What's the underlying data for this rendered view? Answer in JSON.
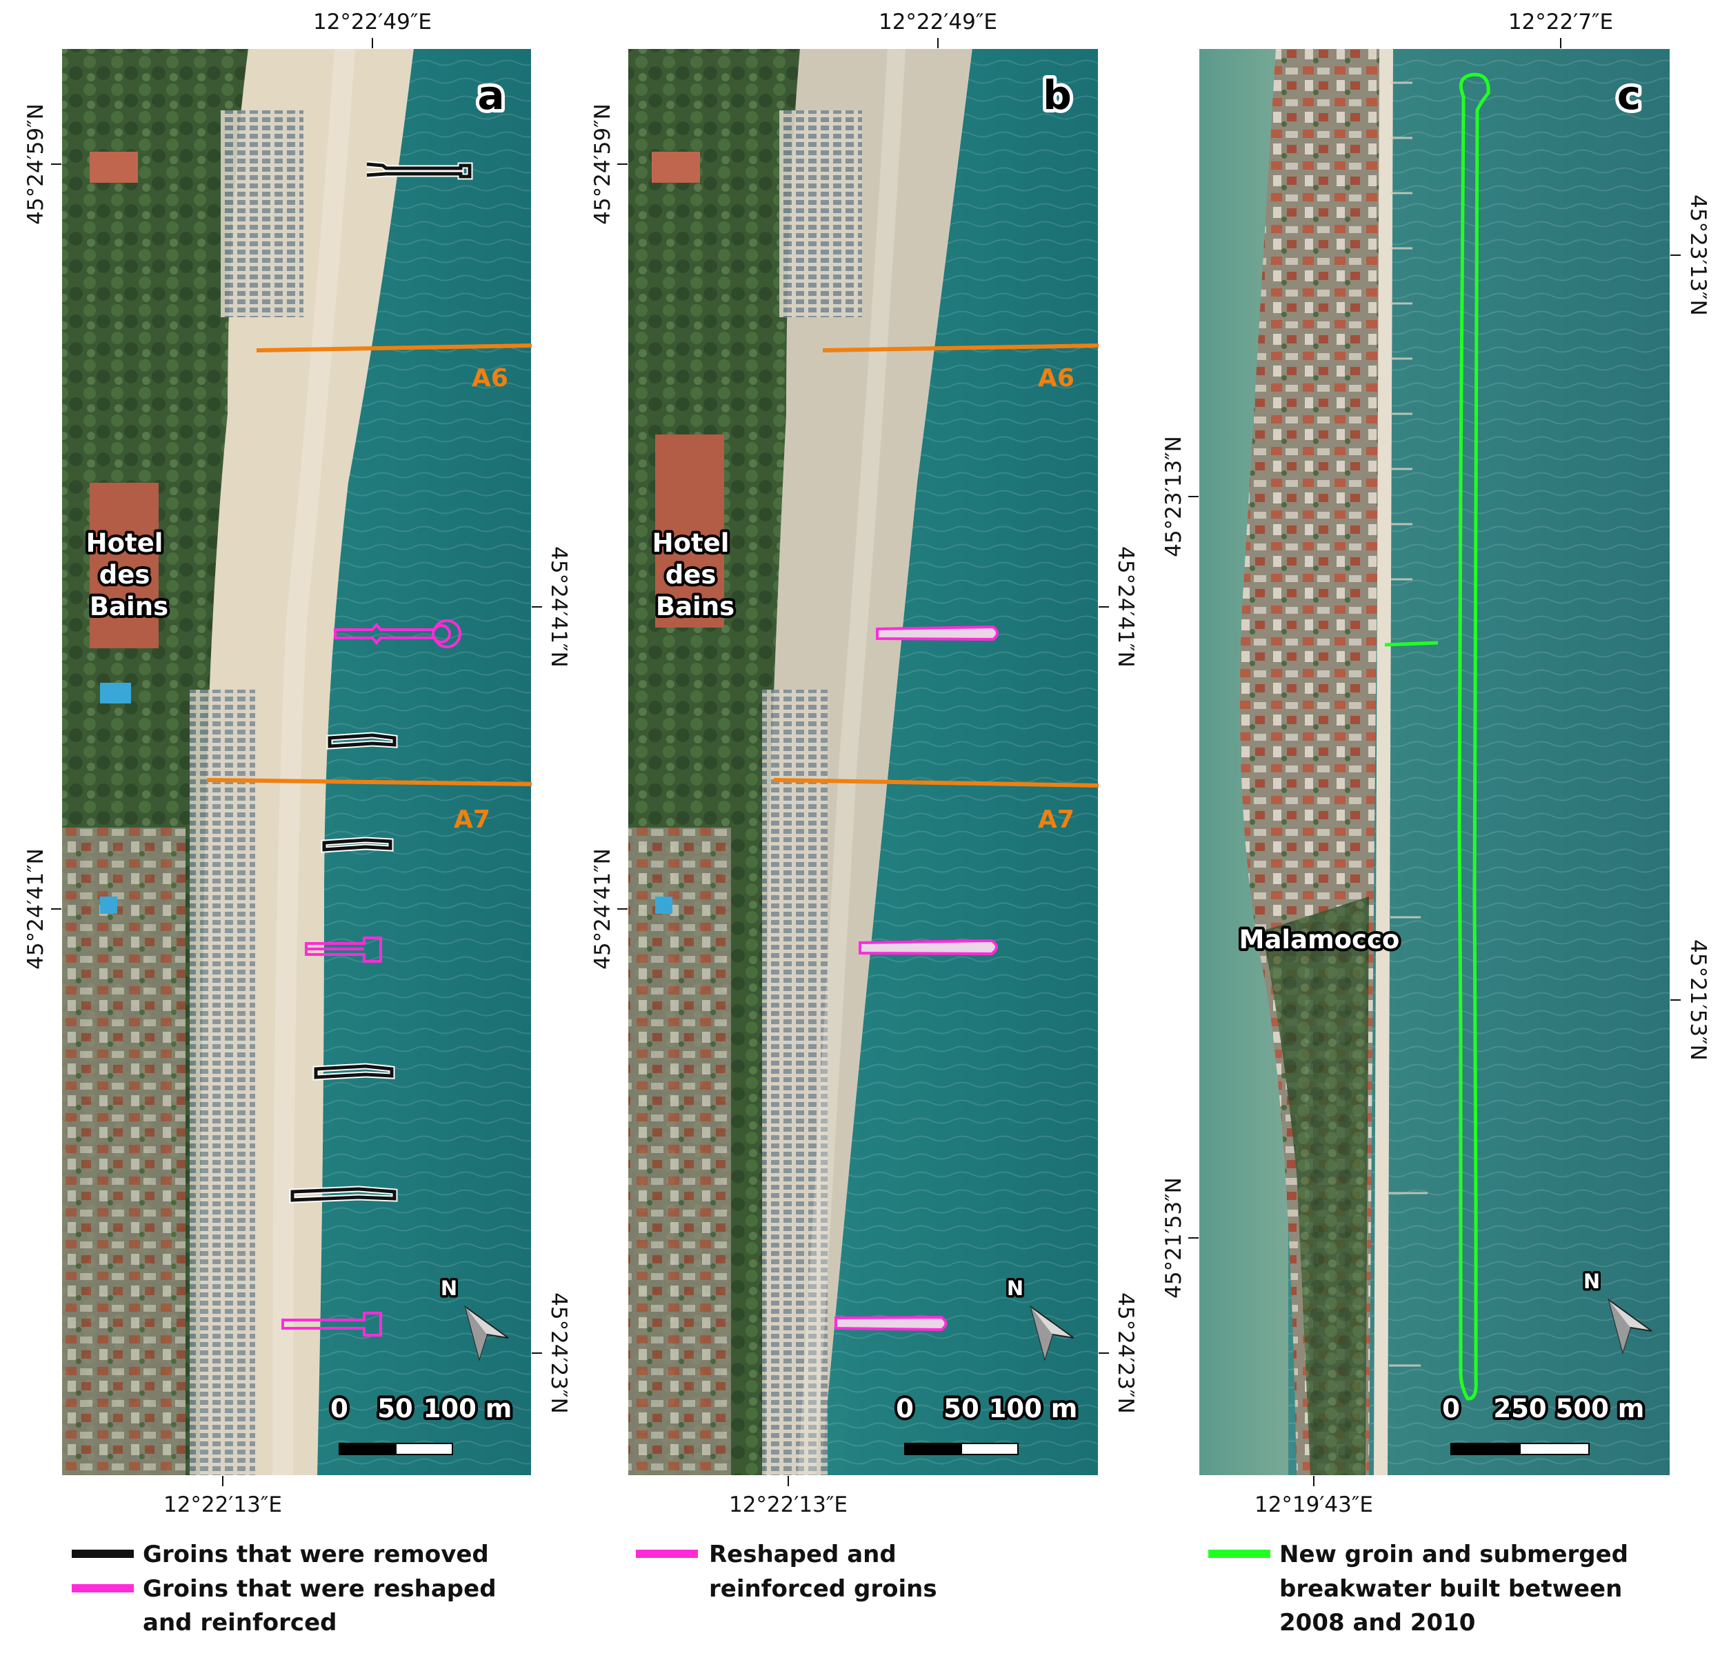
{
  "colors": {
    "removed": "#111111",
    "reshaped": "#ff2bd8",
    "new_structure": "#22ff22",
    "profile_line": "#f08010",
    "sea": "#1f7b7b",
    "beach": "#e6dcc8",
    "land": "#3c5c34"
  },
  "panels": [
    {
      "id": "a",
      "letter": "a",
      "top_coord": "12°22′49″E",
      "bottom_coord": "12°22′13″E",
      "left_coords": [
        "45°24′59″N",
        "45°24′41″N"
      ],
      "right_coords": [
        "45°24′41″N",
        "45°24′23″N"
      ],
      "place": [
        "Hotel",
        "des",
        "Bains"
      ],
      "profiles": [
        "A6",
        "A7"
      ],
      "north": "N",
      "scale": {
        "zero": "0",
        "mid": "50",
        "end": "100 m"
      }
    },
    {
      "id": "b",
      "letter": "b",
      "top_coord": "12°22′49″E",
      "bottom_coord": "12°22′13″E",
      "left_coords": [
        "45°24′59″N",
        "45°24′41″N"
      ],
      "right_coords": [
        "45°24′41″N",
        "45°24′23″N"
      ],
      "place": [
        "Hotel",
        "des",
        "Bains"
      ],
      "profiles": [
        "A6",
        "A7"
      ],
      "north": "N",
      "scale": {
        "zero": "0",
        "mid": "50",
        "end": "100 m"
      }
    },
    {
      "id": "c",
      "letter": "c",
      "top_coord": "12°22′7″E",
      "bottom_coord": "12°19′43″E",
      "left_coords": [
        "45°23′13″N",
        "45°21′53″N"
      ],
      "right_coords": [
        "45°23′13″N",
        "45°21′53″N"
      ],
      "place": [
        "Malamocco"
      ],
      "north": "N",
      "scale": {
        "zero": "0",
        "mid": "250",
        "end": "500 m"
      }
    }
  ],
  "legend": [
    {
      "color_key": "removed",
      "lines": [
        "Groins that were removed"
      ]
    },
    {
      "color_key": "reshaped",
      "lines": [
        "Groins that were reshaped",
        "and reinforced"
      ]
    },
    {
      "color_key": "reshaped",
      "lines": [
        "Reshaped and",
        "reinforced groins"
      ]
    },
    {
      "color_key": "new_structure",
      "lines": [
        "New groin and submerged",
        "breakwater built between",
        "2008 and 2010"
      ]
    }
  ]
}
